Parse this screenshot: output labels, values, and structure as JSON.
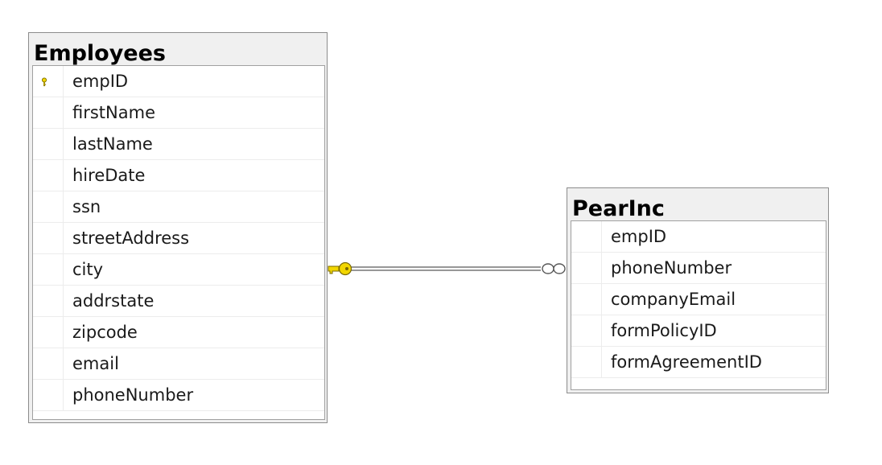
{
  "tables": {
    "employees": {
      "title": "Employees",
      "columns": [
        {
          "name": "empID",
          "primary_key": true
        },
        {
          "name": "firstName"
        },
        {
          "name": "lastName"
        },
        {
          "name": "hireDate"
        },
        {
          "name": "ssn"
        },
        {
          "name": "streetAddress"
        },
        {
          "name": "city"
        },
        {
          "name": "addrstate"
        },
        {
          "name": "zipcode"
        },
        {
          "name": "email"
        },
        {
          "name": "phoneNumber"
        }
      ]
    },
    "pearinc": {
      "title": "PearInc",
      "columns": [
        {
          "name": "empID"
        },
        {
          "name": "phoneNumber"
        },
        {
          "name": "companyEmail"
        },
        {
          "name": "formPolicyID"
        },
        {
          "name": "formAgreementID"
        }
      ]
    }
  },
  "relationship": {
    "from": "Employees",
    "to": "PearInc",
    "from_end": "one (key)",
    "to_end": "many (infinity)"
  },
  "colors": {
    "key_yellow": "#f2d600",
    "key_outline": "#7a6a00",
    "line": "#777777",
    "header_bg": "#f0f0f0",
    "border": "#8c8c8c"
  }
}
